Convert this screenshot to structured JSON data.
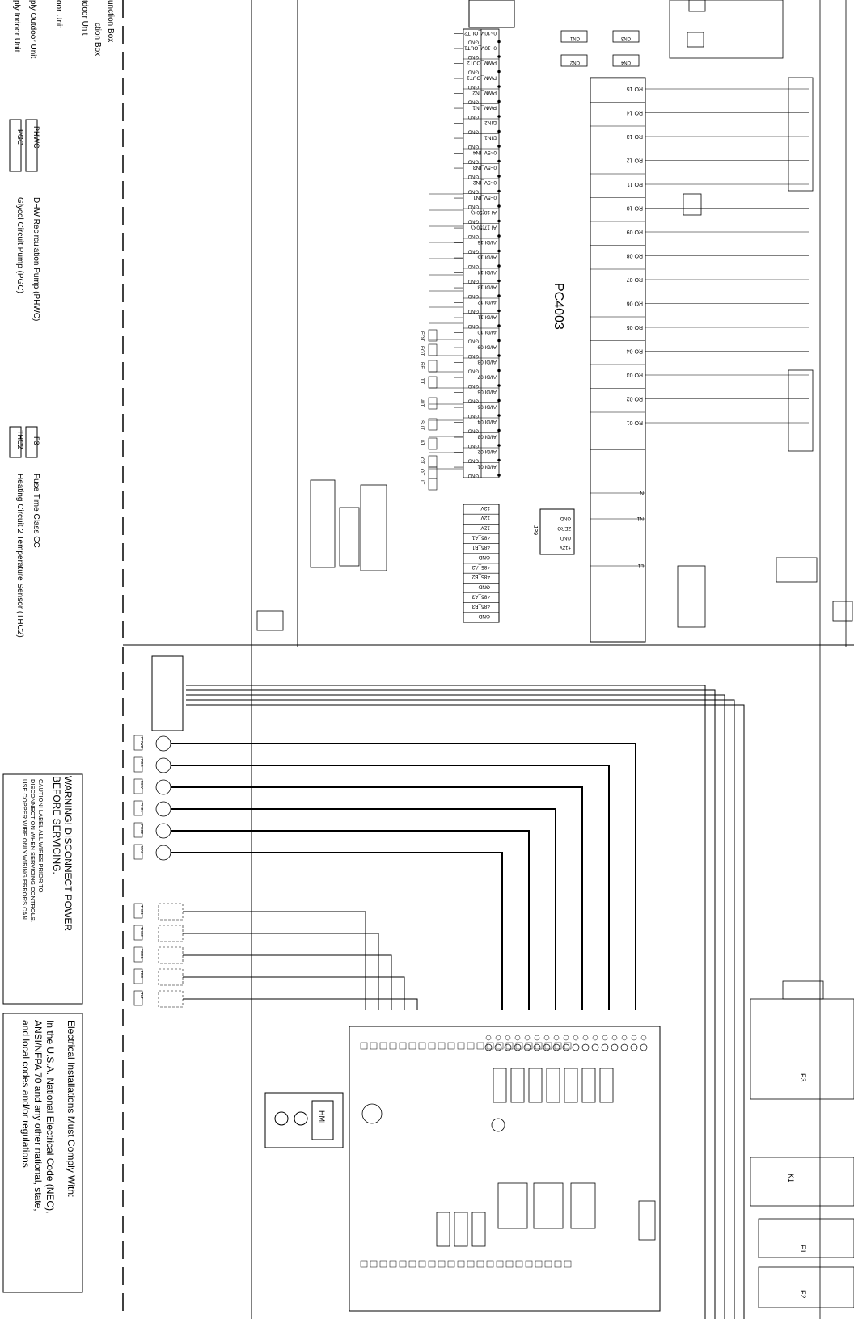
{
  "board_label": "PC4003",
  "hmi_label": "HMI",
  "legend": {
    "left_items": [
      "unction Box",
      "ction Box",
      "tdoor Unit",
      "oor Unit",
      "ply Outdoor Unit",
      "ply Indoor Unit"
    ],
    "abbrev_items": [
      {
        "code": "PHWC",
        "text": "DHW Recirculation Pump (PHWC)"
      },
      {
        "code": "PGC",
        "text": "Glycol Circuit Pump (PGC)"
      },
      {
        "code": "F3",
        "text": "Fuse Time Class CC"
      },
      {
        "code": "THC2",
        "text": "Heating Circuit 2 Temperature Sensor (THC2)"
      }
    ]
  },
  "warning": {
    "title_line1": "WARNING! DISCONNECT POWER",
    "title_line2": "BEFORE SERVICING.",
    "caution_line1": "CAUTION! LABEL ALL WIRES PRIOR TO",
    "caution_line2": "DISCONNECTION WHEN SERVICING CONTROLS.",
    "caution_line3": "USE COPPER WIRE ONLY.WIRING ERRORS CAN"
  },
  "compliance": {
    "line1": "Electrical Installations Must Comply With:",
    "line2": "In the U.S.A. National Electrical Code (NEC),",
    "line3": "ANSI/NFPA 70 and any other national, state,",
    "line4": "and local codes and/or regulations."
  },
  "pc_inputs": [
    "0~10V_OUT2",
    "0~10V_OUT1",
    "PWM_OUT2",
    "PWM_OUT1",
    "PWM_IN2",
    "PWM_IN1",
    "DIN2",
    "DIN1",
    "0~5V_IN4",
    "0~5V_IN3",
    "0~5V_IN2",
    "0~5V_IN1",
    "AI 18(50K)",
    "AI 17(50K)",
    "AI/DI 16",
    "AI/DI 15",
    "AI/DI 14",
    "AI/DI 13",
    "AI/DI 12",
    "AI/DI 11",
    "AI/DI 10",
    "AI/DI 09",
    "AI/DI 08",
    "AI/DI 07",
    "AI/DI 06",
    "AI/DI 05",
    "AI/DI 04",
    "AI/DI 03",
    "AI/DI 02",
    "AI/DI 01"
  ],
  "pc_comm": [
    "12V",
    "12V",
    "12V",
    "485_A1",
    "485_B1",
    "GND",
    "485_A2",
    "485_B2",
    "GND",
    "485_A3",
    "485_B3",
    "GND"
  ],
  "relay_outputs": [
    "RO 15",
    "RO 14",
    "RO 13",
    "RO 12",
    "RO 11",
    "RO 10",
    "RO 09",
    "RO 08",
    "RO 07",
    "RO 06",
    "RO 05",
    "RO 04",
    "RO 03",
    "RO 02",
    "RO 01"
  ],
  "relay_terminals": [
    "N",
    "N1",
    "L1"
  ],
  "cn_labels": [
    "CN1",
    "CN3",
    "CN2",
    "CN4"
  ],
  "gnd_label": "GND",
  "jp_label": "JP9",
  "power_supply": [
    "GND",
    "ZERO",
    "GND",
    "+12V"
  ],
  "sensor_labels": [
    "EOT",
    "EOT",
    "RF",
    "TT",
    "AIT",
    "SUT",
    "AT",
    "CT",
    "OT",
    "IT"
  ],
  "contactors": [
    "K1",
    "F1",
    "F2",
    "F3"
  ],
  "input_tags": [
    "PHWC",
    "PGC",
    "MXV",
    "PHC1",
    "PHC2",
    "WAI"
  ],
  "sensor_tags": [
    "THC1",
    "THC2",
    "TOC1",
    "TDC",
    "TLT"
  ],
  "wire_colors": {
    "line": "#000000"
  }
}
